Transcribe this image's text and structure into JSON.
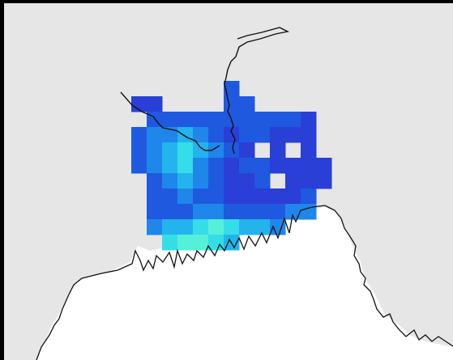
{
  "map": {
    "background_color": "#e6e6e6",
    "land_color": "#ffffff",
    "coast_color": "#111111",
    "river_color": "#111111",
    "colormap": [
      "#2a3fd6",
      "#1f59e0",
      "#1f86ea",
      "#23b4ee",
      "#35dde8",
      "#56f0d8"
    ],
    "grid": {
      "cols": 13,
      "rows": 11,
      "levels": [
        [
          null,
          null,
          null,
          null,
          null,
          null,
          1,
          null,
          null,
          null,
          null,
          null,
          null
        ],
        [
          0,
          0,
          null,
          null,
          null,
          null,
          1,
          1,
          null,
          null,
          null,
          null,
          null
        ],
        [
          null,
          1,
          1,
          1,
          1,
          1,
          1,
          1,
          1,
          1,
          1,
          0,
          null
        ],
        [
          1,
          2,
          2,
          3,
          2,
          1,
          0,
          1,
          1,
          0,
          0,
          0,
          null
        ],
        [
          1,
          2,
          3,
          4,
          3,
          2,
          1,
          0,
          null,
          0,
          null,
          0,
          null
        ],
        [
          1,
          2,
          3,
          4,
          2,
          1,
          0,
          1,
          1,
          0,
          0,
          0,
          0
        ],
        [
          null,
          1,
          2,
          3,
          2,
          1,
          0,
          0,
          1,
          null,
          0,
          0,
          0
        ],
        [
          null,
          1,
          1,
          2,
          1,
          1,
          0,
          0,
          0,
          0,
          0,
          1,
          null
        ],
        [
          null,
          1,
          1,
          1,
          2,
          2,
          1,
          1,
          1,
          1,
          2,
          2,
          null
        ],
        [
          null,
          2,
          3,
          3,
          4,
          5,
          4,
          3,
          3,
          2,
          null,
          null,
          null
        ],
        [
          null,
          null,
          4,
          5,
          5,
          4,
          3,
          null,
          null,
          null,
          null,
          null,
          null
        ]
      ]
    }
  }
}
